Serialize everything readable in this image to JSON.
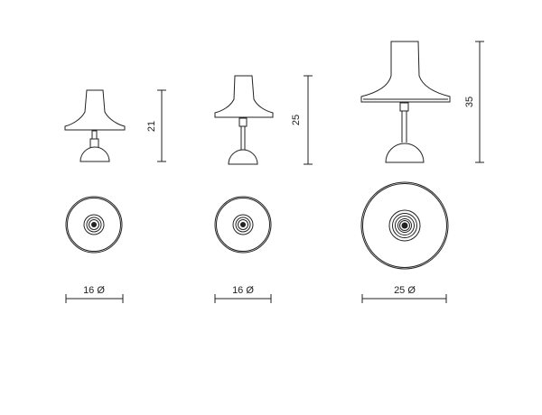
{
  "lamps": [
    {
      "height_label": "21",
      "diameter_label": "16 Ø"
    },
    {
      "height_label": "25",
      "diameter_label": "16 Ø"
    },
    {
      "height_label": "35",
      "diameter_label": "25 Ø"
    }
  ],
  "colors": {
    "line": "#222222",
    "background": "#ffffff"
  }
}
